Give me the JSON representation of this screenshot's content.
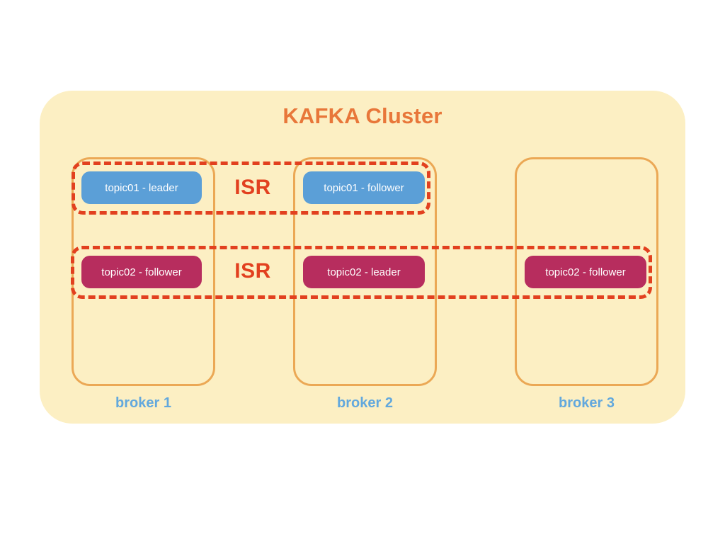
{
  "cluster": {
    "title": "KAFKA Cluster",
    "panel_color": "#fcefc3",
    "title_color": "#e8773a",
    "border_color": "#eba855"
  },
  "brokers": [
    {
      "label": "broker 1",
      "label_color": "#62a8dd"
    },
    {
      "label": "broker 2",
      "label_color": "#62a8dd"
    },
    {
      "label": "broker 3",
      "label_color": "#62a8dd"
    }
  ],
  "isr_groups": [
    {
      "label": "ISR",
      "color": "#e2401f",
      "topic": "topic01"
    },
    {
      "label": "ISR",
      "color": "#e2401f",
      "topic": "topic02"
    }
  ],
  "replicas": {
    "topic01": {
      "color": "#5b9fd7",
      "broker1": "topic01 - leader",
      "broker2": "topic01 - follower"
    },
    "topic02": {
      "color": "#b72d5e",
      "broker1": "topic02 - follower",
      "broker2": "topic02 - leader",
      "broker3": "topic02 - follower"
    }
  }
}
